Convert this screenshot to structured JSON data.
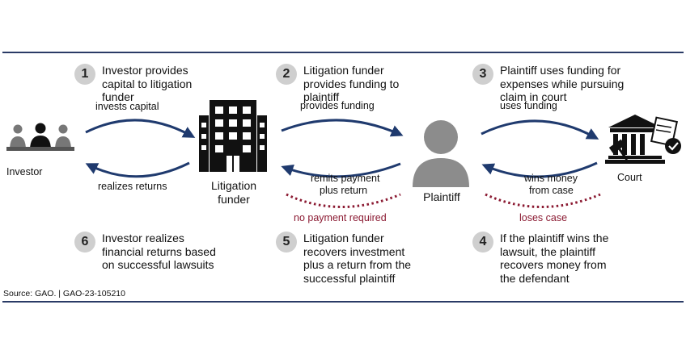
{
  "steps": [
    {
      "num": "1",
      "text": "Investor provides\ncapital to litigation\nfunder"
    },
    {
      "num": "2",
      "text": "Litigation funder\nprovides funding to\nplaintiff"
    },
    {
      "num": "3",
      "text": "Plaintiff uses funding for\nexpenses while pursuing\nclaim in court"
    },
    {
      "num": "4",
      "text": "If the plaintiff wins the\nlawsuit, the plaintiff\nrecovers money from\nthe defendant"
    },
    {
      "num": "5",
      "text": "Litigation funder\nrecovers investment\nplus a return from the\nsuccessful plaintiff"
    },
    {
      "num": "6",
      "text": "Investor realizes\nfinancial returns based\non successful lawsuits"
    }
  ],
  "nodes": {
    "investor": "Investor",
    "funder": "Litigation\nfunder",
    "plaintiff": "Plaintiff",
    "court": "Court"
  },
  "flows": {
    "invests": "invests capital",
    "realizes": "realizes returns",
    "provides": "provides funding",
    "remits_1": "remits payment",
    "remits_2": "plus return",
    "no_payment": "no payment required",
    "uses": "uses funding",
    "wins_1": "wins money",
    "wins_2": "from case",
    "loses": "loses case"
  },
  "source": "Source: GAO.  |  GAO-23-105210",
  "colors": {
    "arrow": "#1f3a6e",
    "frame": "#2a3b66",
    "dotted": "#8b1a32",
    "icon": "#111111",
    "person": "#8c8c8c"
  }
}
